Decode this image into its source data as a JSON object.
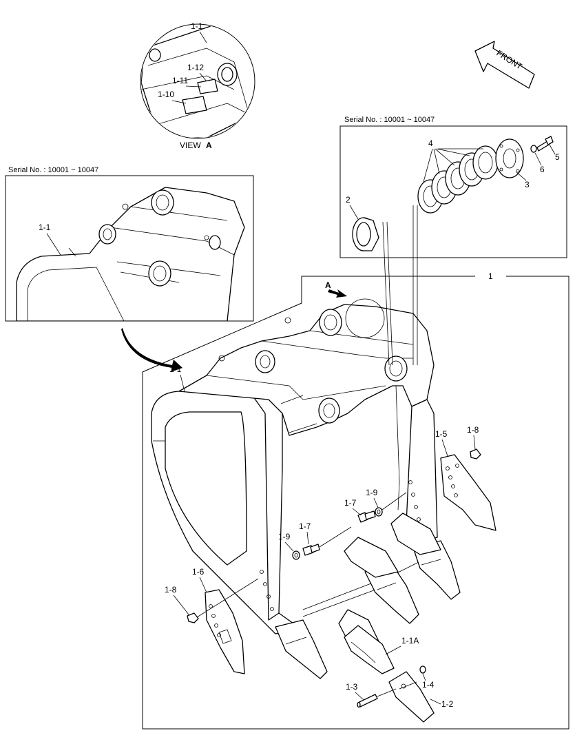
{
  "serial_top": "Serial No. : 10001 ~ 10047",
  "serial_left": "Serial No. : 10001 ~ 10047",
  "view_label": "VIEW",
  "view_letter": "A",
  "arrow_a": "A",
  "front_label": "FRONT",
  "callouts": {
    "c_1_1_view": "1-1",
    "c_1_12": "1-12",
    "c_1_11": "1-11",
    "c_1_10": "1-10",
    "c_1_1_left": "1-1",
    "c_1_1_main": "1-1",
    "c_1": "1",
    "c_2": "2",
    "c_3": "3",
    "c_4": "4",
    "c_5": "5",
    "c_6": "6",
    "c_1_5": "1-5",
    "c_1_8_right": "1-8",
    "c_1_9_upper": "1-9",
    "c_1_7_upper": "1-7",
    "c_1_7_lower": "1-7",
    "c_1_9_lower": "1-9",
    "c_1_6": "1-6",
    "c_1_8_left": "1-8",
    "c_1_1A": "1-1A",
    "c_1_3": "1-3",
    "c_1_4": "1-4",
    "c_1_2": "1-2"
  }
}
